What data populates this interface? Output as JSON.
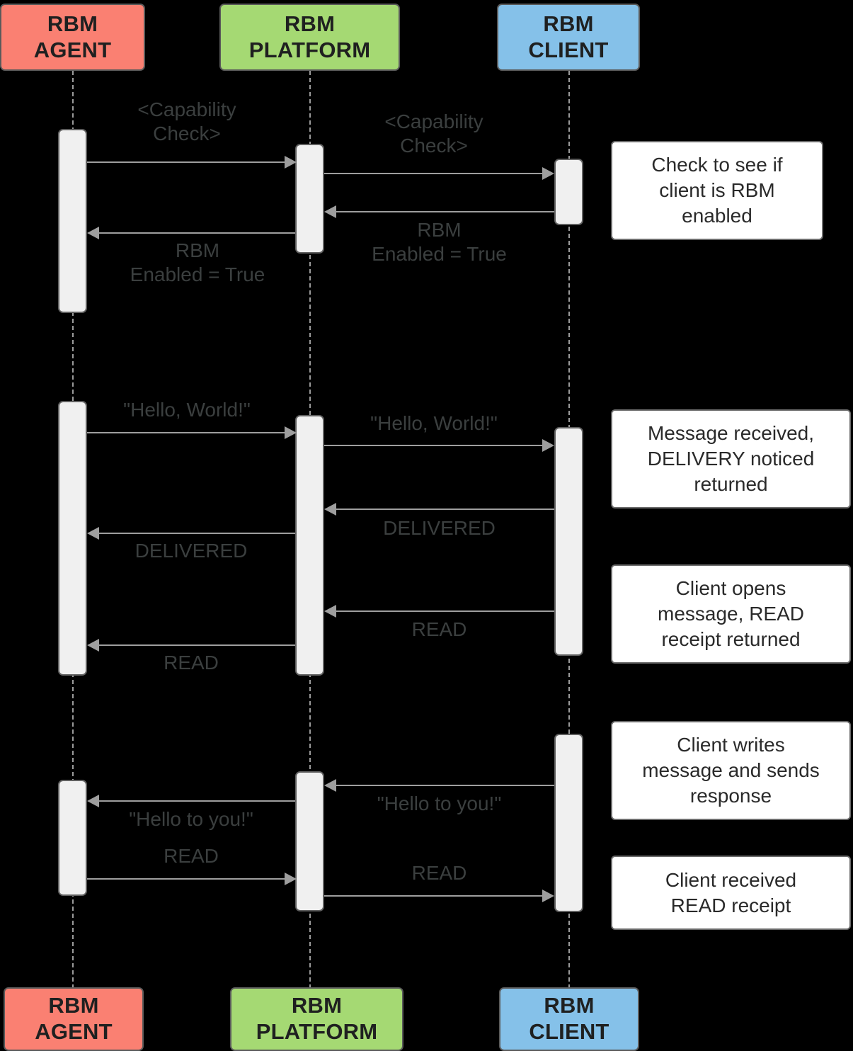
{
  "diagram": {
    "title": "RBM message sequence diagram",
    "background_color": "#000000",
    "actors": [
      {
        "id": "agent",
        "name_line1": "RBM",
        "name_line2": "AGENT",
        "color": "#fa8072"
      },
      {
        "id": "platform",
        "name_line1": "RBM",
        "name_line2": "PLATFORM",
        "color": "#a5d973"
      },
      {
        "id": "client",
        "name_line1": "RBM",
        "name_line2": "CLIENT",
        "color": "#85c1e9"
      }
    ],
    "messages": [
      {
        "id": "m1",
        "label": "<Capability\nCheck>",
        "from": "agent",
        "to": "platform",
        "direction": "right"
      },
      {
        "id": "m2",
        "label": "<Capability\nCheck>",
        "from": "platform",
        "to": "client",
        "direction": "right"
      },
      {
        "id": "m3",
        "label": "RBM\nEnabled = True",
        "from": "client",
        "to": "platform",
        "direction": "left"
      },
      {
        "id": "m4",
        "label": "RBM\nEnabled = True",
        "from": "platform",
        "to": "agent",
        "direction": "left"
      },
      {
        "id": "m5",
        "label": "\"Hello, World!\"",
        "from": "agent",
        "to": "platform",
        "direction": "right"
      },
      {
        "id": "m6",
        "label": "\"Hello, World!\"",
        "from": "platform",
        "to": "client",
        "direction": "right"
      },
      {
        "id": "m7",
        "label": "DELIVERED",
        "from": "client",
        "to": "platform",
        "direction": "left"
      },
      {
        "id": "m8",
        "label": "DELIVERED",
        "from": "platform",
        "to": "agent",
        "direction": "left"
      },
      {
        "id": "m9",
        "label": "READ",
        "from": "client",
        "to": "platform",
        "direction": "left"
      },
      {
        "id": "m10",
        "label": "READ",
        "from": "platform",
        "to": "agent",
        "direction": "left"
      },
      {
        "id": "m11",
        "label": "\"Hello to you!\"",
        "from": "client",
        "to": "platform",
        "direction": "left"
      },
      {
        "id": "m12",
        "label": "\"Hello to you!\"",
        "from": "platform",
        "to": "agent",
        "direction": "left"
      },
      {
        "id": "m13",
        "label": "READ",
        "from": "agent",
        "to": "platform",
        "direction": "right"
      },
      {
        "id": "m14",
        "label": "READ",
        "from": "platform",
        "to": "client",
        "direction": "right"
      }
    ],
    "notes": [
      {
        "id": "n1",
        "text": "Check to see if\nclient is RBM\nenabled"
      },
      {
        "id": "n2",
        "text": "Message received,\nDELIVERY noticed\nreturned"
      },
      {
        "id": "n3",
        "text": "Client opens\nmessage, READ\nreceipt returned"
      },
      {
        "id": "n4",
        "text": "Client writes\nmessage and sends\nresponse"
      },
      {
        "id": "n5",
        "text": "Client received\nREAD receipt"
      }
    ]
  }
}
